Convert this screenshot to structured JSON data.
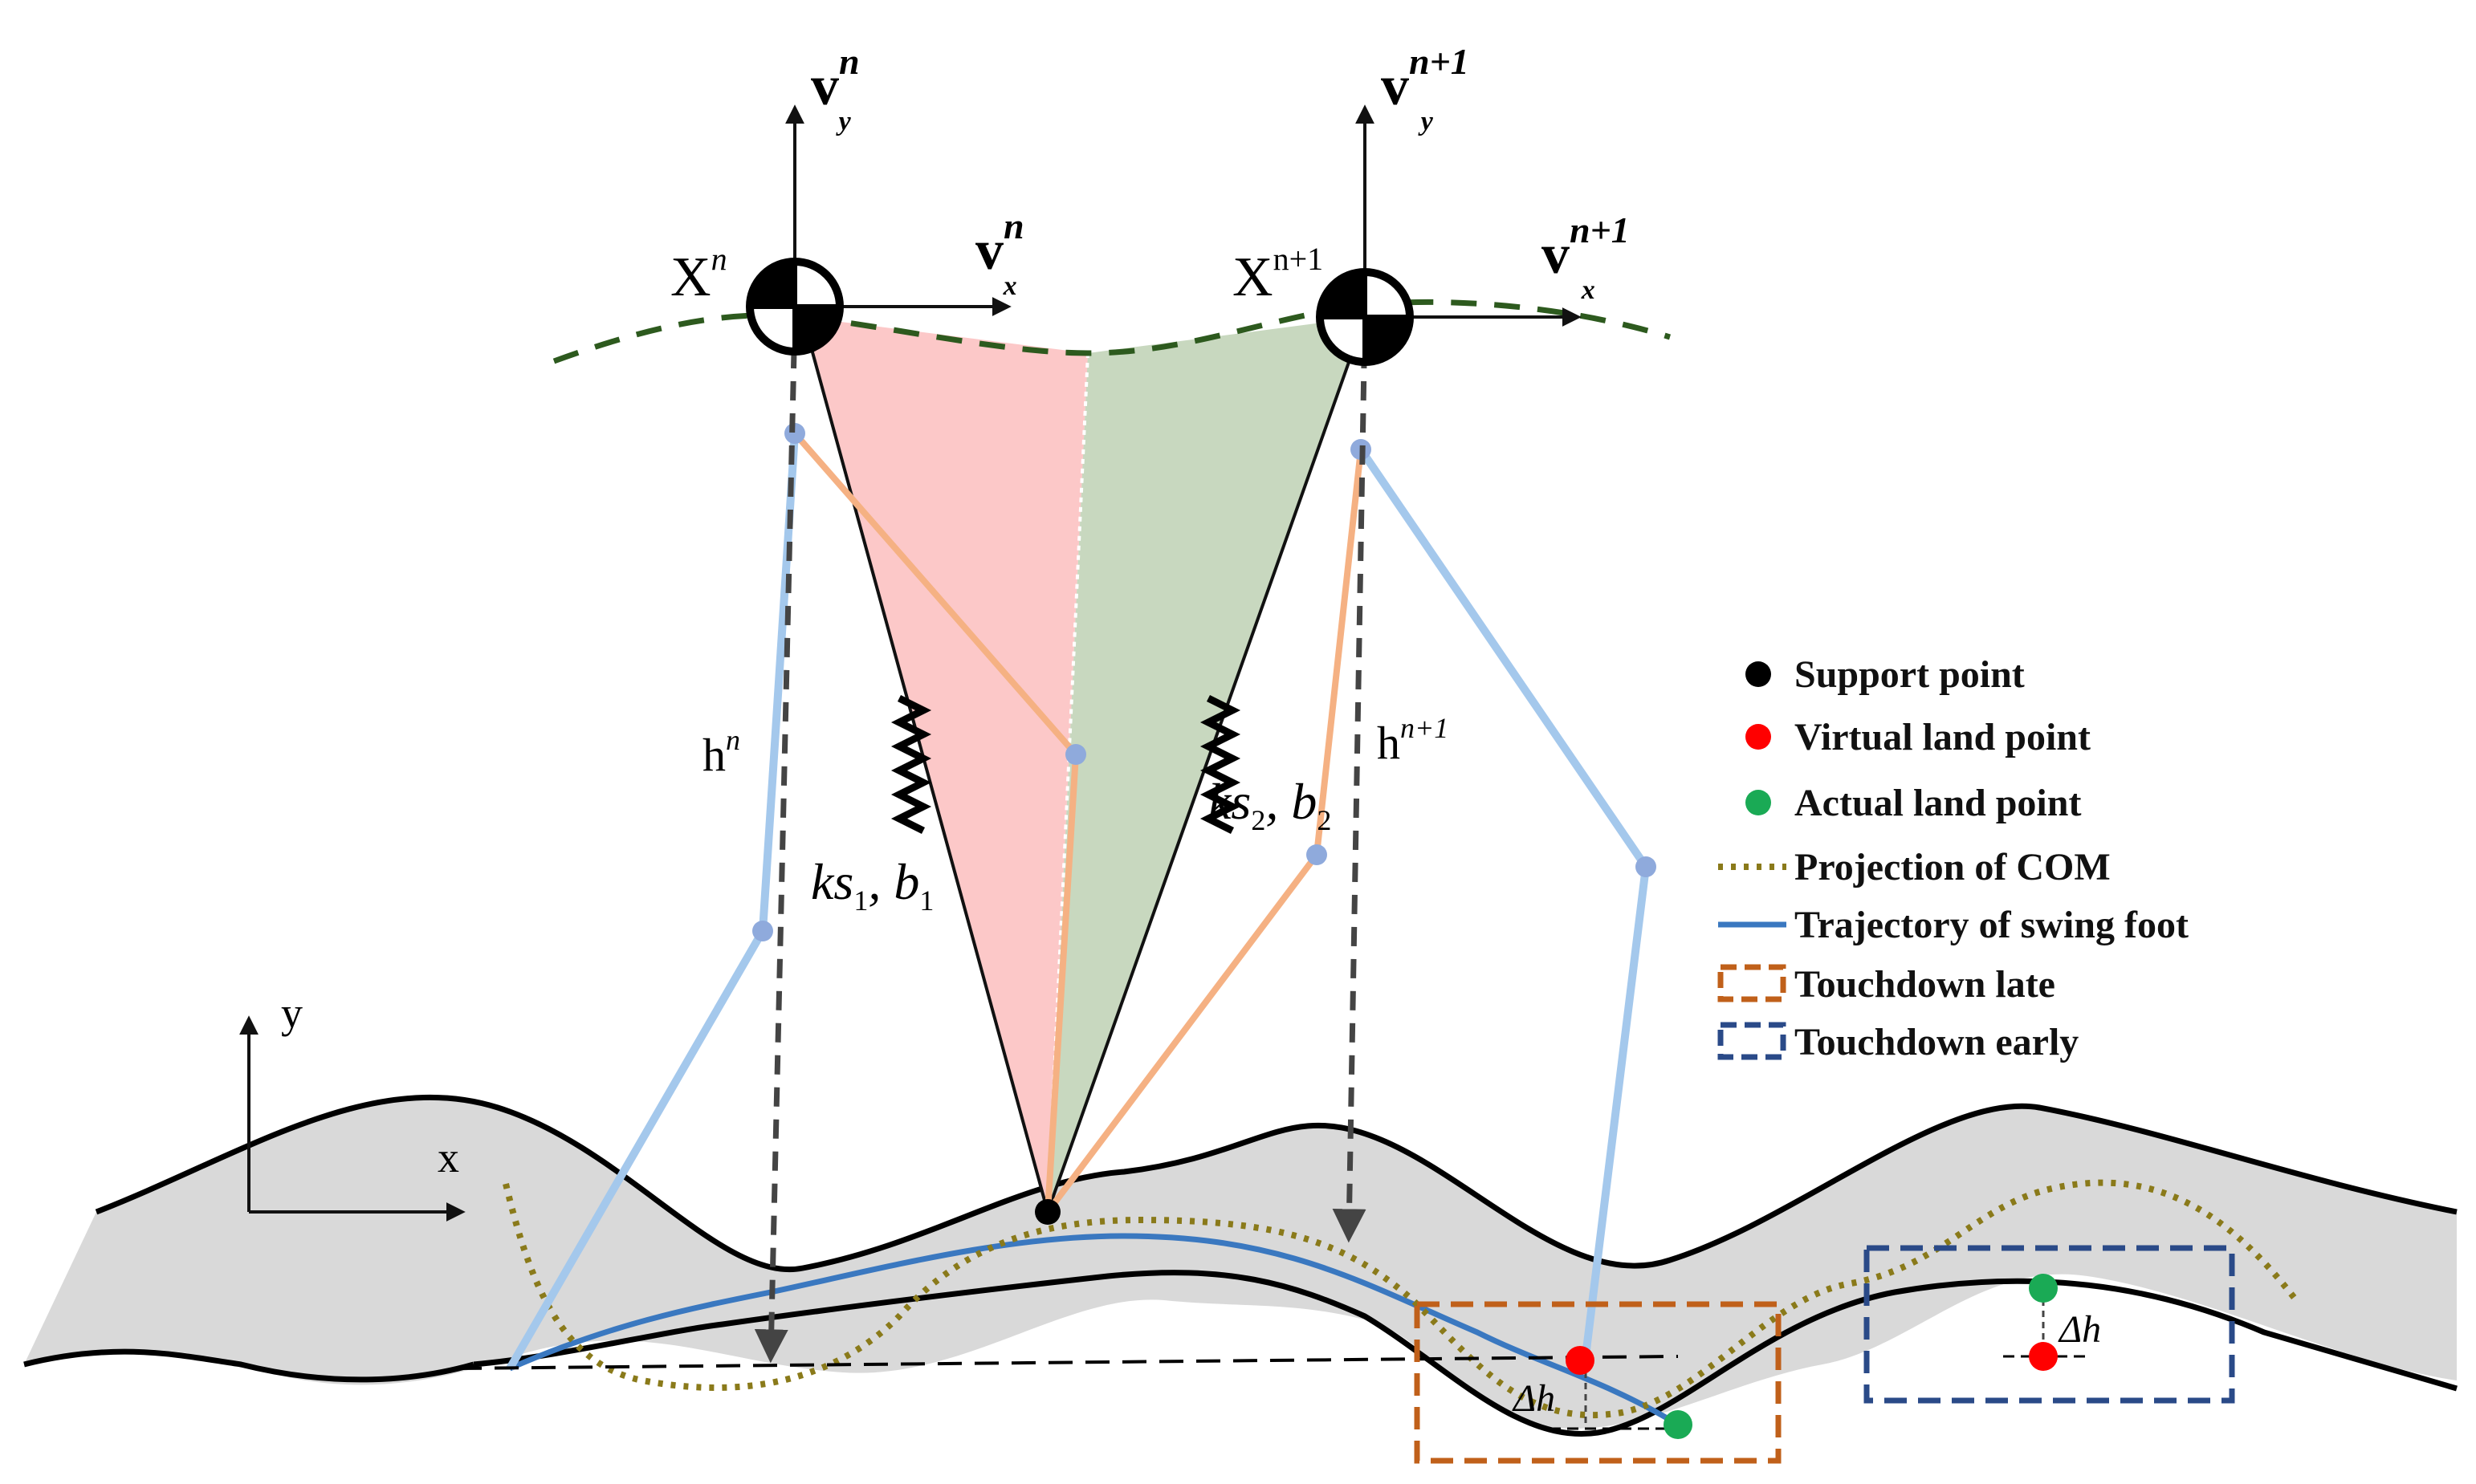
{
  "labels": {
    "x_n": "X",
    "x_n_sup": "n",
    "x_n1": "X",
    "x_n1_sup": "n+1",
    "v_y_n": "v",
    "v_y_n_sup": "n",
    "v_y_n_sub": "y",
    "v_x_n": "v",
    "v_x_n_sup": "n",
    "v_x_n_sub": "x",
    "v_y_n1": "v",
    "v_y_n1_sup": "n+1",
    "v_y_n1_sub": "y",
    "v_x_n1": "v",
    "v_x_n1_sup": "n+1",
    "v_x_n1_sub": "x",
    "h_n": "h",
    "h_n_sup": "n",
    "h_n1": "h",
    "h_n1_sup": "n+1",
    "spring1_k": "ks",
    "spring1_sub": "1",
    "spring1_b": ", b",
    "spring1_bsub": "1",
    "spring2_k": "ks",
    "spring2_sub": "2",
    "spring2_b": ", b",
    "spring2_bsub": "2",
    "axis_y": "y",
    "axis_x": "x",
    "delta_h_1": "Δh",
    "delta_h_2": "Δh"
  },
  "legend": {
    "support_point": "Support point",
    "virtual_land_point": "Virtual land point",
    "actual_land_point": "Actual land point",
    "projection_com": "Projection of COM",
    "trajectory_swing": "Trajectory of swing foot",
    "touchdown_late": "Touchdown late",
    "touchdown_early": "Touchdown early"
  },
  "colors": {
    "support": "#000000",
    "virtual": "#ff0000",
    "actual": "#1aaa55",
    "com_projection": "#8a7a1a",
    "swing_trajectory": "#3a78c0",
    "touchdown_late": "#c0601a",
    "touchdown_early": "#2a4a88",
    "leg_light_blue": "#a4c8ec",
    "leg_orange": "#f5b183",
    "pink_fill": "#fcc8c8",
    "green_fill": "#c8d8bf",
    "com_path": "#2d5a1e",
    "ground_fill": "#d9d9d9"
  }
}
